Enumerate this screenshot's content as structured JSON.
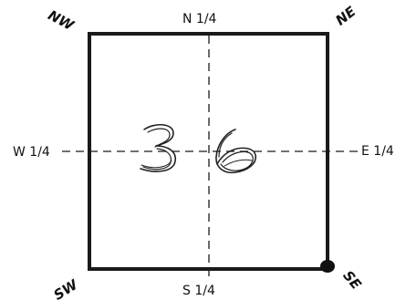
{
  "section": {
    "number_digit_1": "3",
    "number_digit_2": "6"
  },
  "labels": {
    "north_quarter": "N 1/4",
    "south_quarter": "S 1/4",
    "east_quarter": "E 1/4",
    "west_quarter": "W 1/4",
    "northwest_corner": "NW",
    "northeast_corner": "NE",
    "southwest_corner": "SW",
    "southeast_corner": "SE"
  },
  "marker": {
    "corner": "SE",
    "color": "#111111"
  },
  "colors": {
    "line": "#1a1a1a",
    "background": "#ffffff"
  }
}
